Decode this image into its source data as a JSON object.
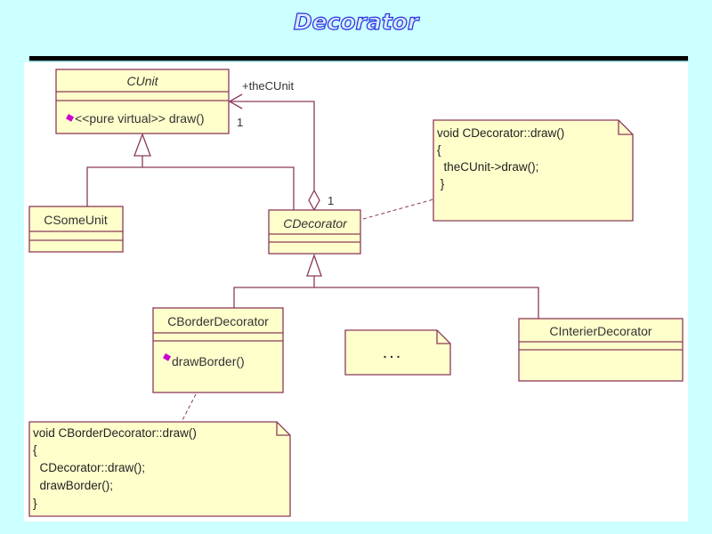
{
  "slide": {
    "title": "Decorator"
  },
  "colors": {
    "background": "#ccffff",
    "title_fill": "#dde8ff",
    "title_stroke": "#2233dd",
    "class_fill": "#ffffcc",
    "line": "#8b3a5a",
    "method_icon": "#cc00cc"
  },
  "diagram": {
    "classes": {
      "cunit": {
        "name": "CUnit",
        "abstract": true,
        "methods": [
          {
            "icon": "method-diamond-icon",
            "label": "<<pure virtual>> draw()"
          }
        ]
      },
      "csomeunit": {
        "name": "CSomeUnit",
        "abstract": false,
        "methods": []
      },
      "cdecorator": {
        "name": "CDecorator",
        "abstract": true,
        "methods": []
      },
      "cborderdecorator": {
        "name": "CBorderDecorator",
        "abstract": false,
        "methods": [
          {
            "icon": "method-diamond-icon",
            "label": "drawBorder()"
          }
        ]
      },
      "cinterierdecorator": {
        "name": "CInterierDecorator",
        "abstract": false,
        "methods": []
      }
    },
    "association": {
      "role": "+theCUnit",
      "multiplicity_target": "1",
      "multiplicity_source": "1"
    },
    "notes": {
      "decorator_draw": {
        "lines": [
          "void CDecorator::draw()",
          "{",
          "  theCUnit->draw();",
          " }"
        ]
      },
      "ellipsis": {
        "lines": [
          ". . ."
        ]
      },
      "border_draw": {
        "lines": [
          "void CBorderDecorator::draw()",
          "{",
          "  CDecorator::draw();",
          "  drawBorder();",
          "}"
        ]
      }
    }
  }
}
